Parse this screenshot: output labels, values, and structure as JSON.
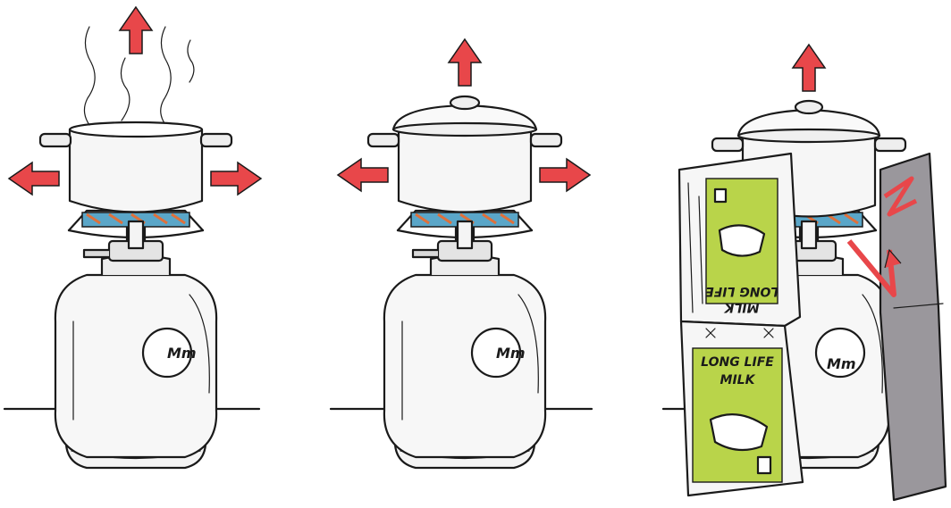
{
  "colors": {
    "arrow": "#e8474a",
    "milk_green": "#b9d44a",
    "burner_blue": "#5aa6c8",
    "burner_orange": "#e0703a",
    "foil": "#9a979c",
    "ink": "#1a1a1a"
  },
  "panels": [
    {
      "id": "open-pot",
      "lid": false,
      "steam": true,
      "arrows": [
        "up",
        "left",
        "right"
      ],
      "insulation": false
    },
    {
      "id": "lidded-pot",
      "lid": true,
      "steam": false,
      "arrows": [
        "up",
        "left",
        "right"
      ],
      "insulation": false
    },
    {
      "id": "insulated-pot",
      "lid": true,
      "steam": false,
      "arrows": [
        "up"
      ],
      "insulation": true
    }
  ],
  "cylinder_monogram": "Mm",
  "milk_carton": {
    "label_line1": "LONG LIFE",
    "label_line2": "MILK"
  }
}
